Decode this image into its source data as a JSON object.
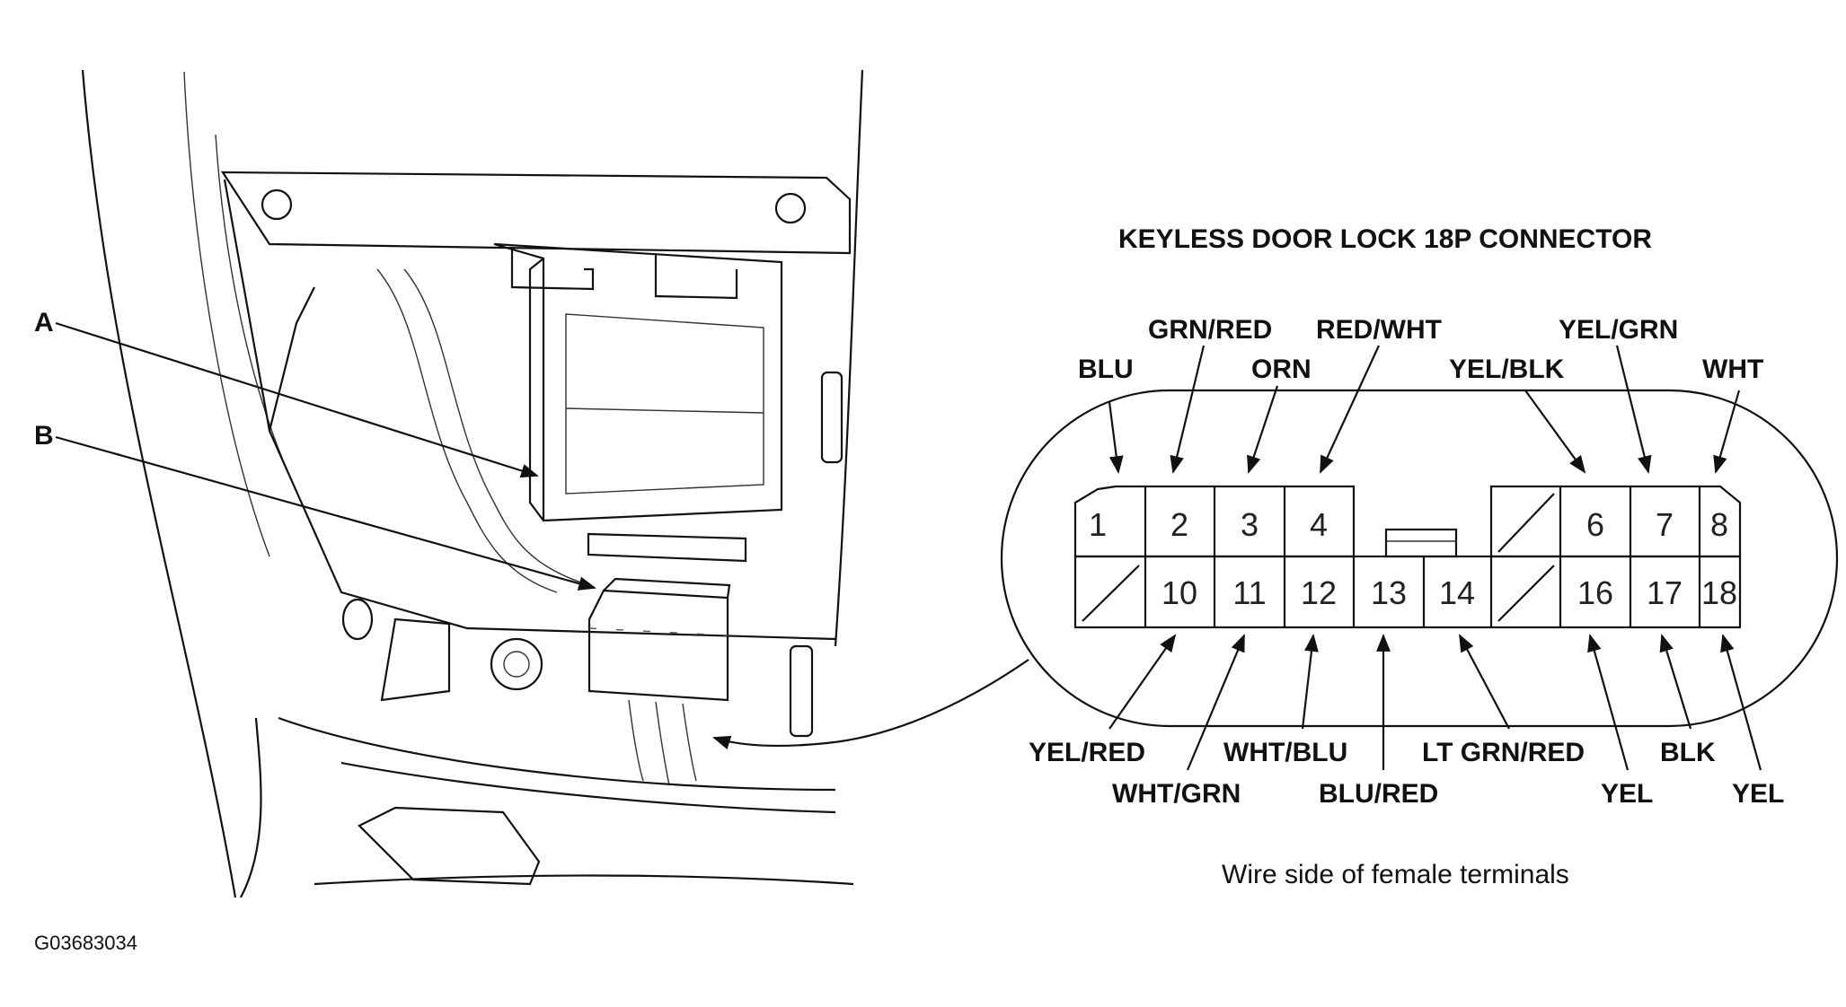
{
  "connector": {
    "title": "KEYLESS DOOR LOCK 18P CONNECTOR",
    "note": "Wire side of female terminals",
    "pins_top": [
      {
        "pin": "1",
        "wire": "BLU"
      },
      {
        "pin": "2",
        "wire": "GRN/RED"
      },
      {
        "pin": "3",
        "wire": "ORN"
      },
      {
        "pin": "4",
        "wire": "RED/WHT"
      },
      {
        "pin": "6",
        "wire": "YEL/BLK"
      },
      {
        "pin": "7",
        "wire": "YEL/GRN"
      },
      {
        "pin": "8",
        "wire": "WHT"
      }
    ],
    "pins_bottom": [
      {
        "pin": "10",
        "wire": "YEL/RED"
      },
      {
        "pin": "11",
        "wire": "WHT/GRN"
      },
      {
        "pin": "12",
        "wire": "WHT/BLU"
      },
      {
        "pin": "13",
        "wire": "BLU/RED"
      },
      {
        "pin": "14",
        "wire": "LT GRN/RED"
      },
      {
        "pin": "16",
        "wire": "YEL"
      },
      {
        "pin": "17",
        "wire": "BLK"
      },
      {
        "pin": "18",
        "wire": "YEL"
      }
    ]
  },
  "callouts": {
    "a": "A",
    "b": "B"
  },
  "figure_id": "G03683034"
}
